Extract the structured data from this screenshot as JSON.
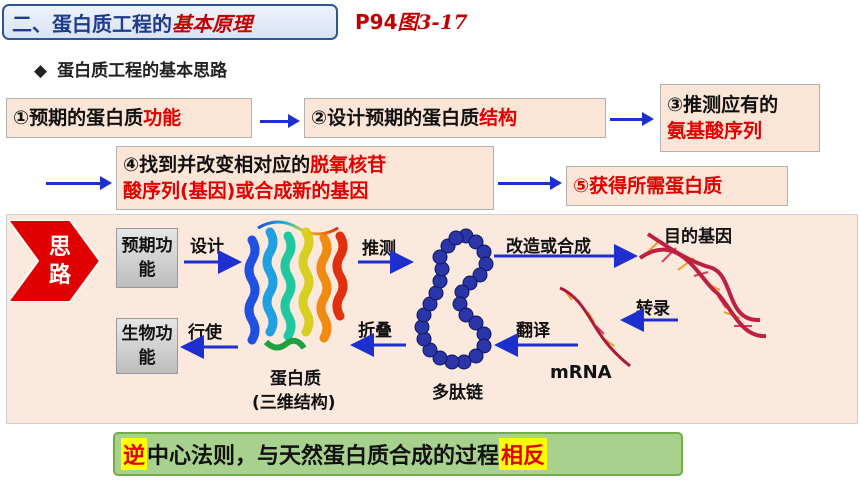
{
  "header": {
    "prefix": "二、蛋白质工程的",
    "highlight": "基本原理",
    "reference_prefix": "P94",
    "reference_suffix": "图3-17"
  },
  "subheading": "蛋白质工程的基本思路",
  "steps": {
    "s1_text": "①预期的蛋白质",
    "s1_red": "功能",
    "s2_text": "②设计预期的蛋白质",
    "s2_red": "结构",
    "s3_line1": "③推测应有的",
    "s3_red": "氨基酸序列",
    "s4_line1": "④找到并改变相对应的",
    "s4_red1": "脱氧核苷",
    "s4_red2": "酸序列(基因)或合成新的基因",
    "s5_text": "⑤获得所需蛋白质"
  },
  "diagram": {
    "tag_line1": "思",
    "tag_line2": "路",
    "box_expected": "预期功能",
    "box_bio": "生物功能",
    "label_design": "设计",
    "label_infer": "推测",
    "label_modify": "改造或合成",
    "label_target_gene": "目的基因",
    "label_transcribe": "转录",
    "label_translate": "翻译",
    "label_fold": "折叠",
    "label_exercise": "行使",
    "label_mrna": "mRNA",
    "label_polypeptide": "多肽链",
    "label_protein1": "蛋白质",
    "label_protein2": "(三维结构)"
  },
  "conclusion": {
    "hl1": "逆",
    "middle": "中心法则，与天然蛋白质合成的过程",
    "hl2": "相反"
  },
  "colors": {
    "arrow": "#1e2fd0",
    "accent_red": "#e00000",
    "box_fill": "#fbe5d6"
  }
}
